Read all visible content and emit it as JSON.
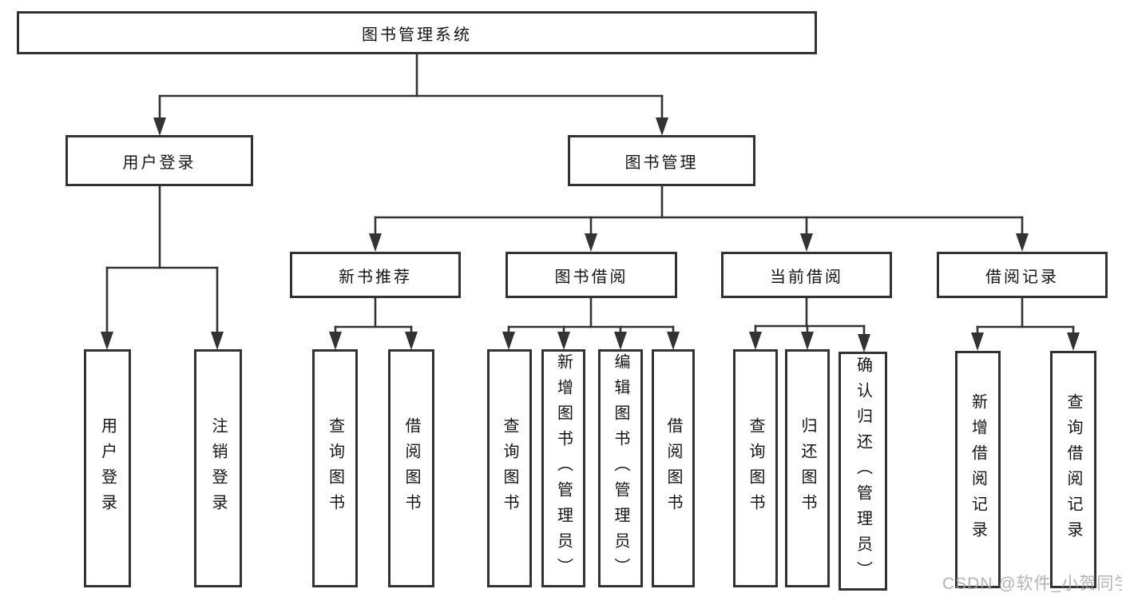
{
  "diagram": {
    "root": {
      "label": "图书管理系统",
      "children": [
        {
          "label": "用户登录",
          "children": [
            {
              "label": "用户登录"
            },
            {
              "label": "注销登录"
            }
          ]
        },
        {
          "label": "图书管理",
          "children": [
            {
              "label": "新书推荐",
              "children": [
                {
                  "label": "查询图书"
                },
                {
                  "label": "借阅图书"
                }
              ]
            },
            {
              "label": "图书借阅",
              "children": [
                {
                  "label": "查询图书"
                },
                {
                  "label": "新增图书（管理员）"
                },
                {
                  "label": "编辑图书（管理员）"
                },
                {
                  "label": "借阅图书"
                }
              ]
            },
            {
              "label": "当前借阅",
              "children": [
                {
                  "label": "查询图书"
                },
                {
                  "label": "归还图书"
                },
                {
                  "label": "确认归还（管理员）"
                }
              ]
            },
            {
              "label": "借阅记录",
              "children": [
                {
                  "label": "新增借阅记录"
                },
                {
                  "label": "查询借阅记录"
                }
              ]
            }
          ]
        }
      ]
    }
  },
  "watermark": {
    "text": "CSDN @软件_小贺同学"
  },
  "colors": {
    "line": "#333333",
    "text": "#141414",
    "background": "#ffffff",
    "watermark": "#a6a6a6"
  }
}
